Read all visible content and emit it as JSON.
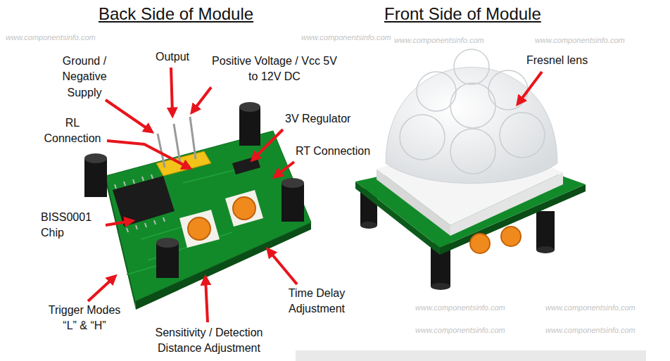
{
  "diagram": {
    "labels": [
      "Back Side of Module",
      "Front Side of Module",
      "Ground / Negative Supply",
      "Output",
      "Positive Voltage / Vcc 5V to 12V DC",
      "RL Connection",
      "3V Regulator",
      "RT Connection",
      "BISS0001 Chip",
      "Trigger Modes “L” & “H”",
      "Sensitivity / Detection Distance Adjustment",
      "Time Delay Adjustment",
      "Fresnel lens",
      "www.componentsinfo.com",
      "www.componentsinfo.com",
      "www.componentsinfo.com",
      "www.componentsinfo.com",
      "www.componentsinfo.com",
      "www.componentsinfo.com",
      "www.componentsinfo.com",
      "www.componentsinfo.com"
    ]
  }
}
